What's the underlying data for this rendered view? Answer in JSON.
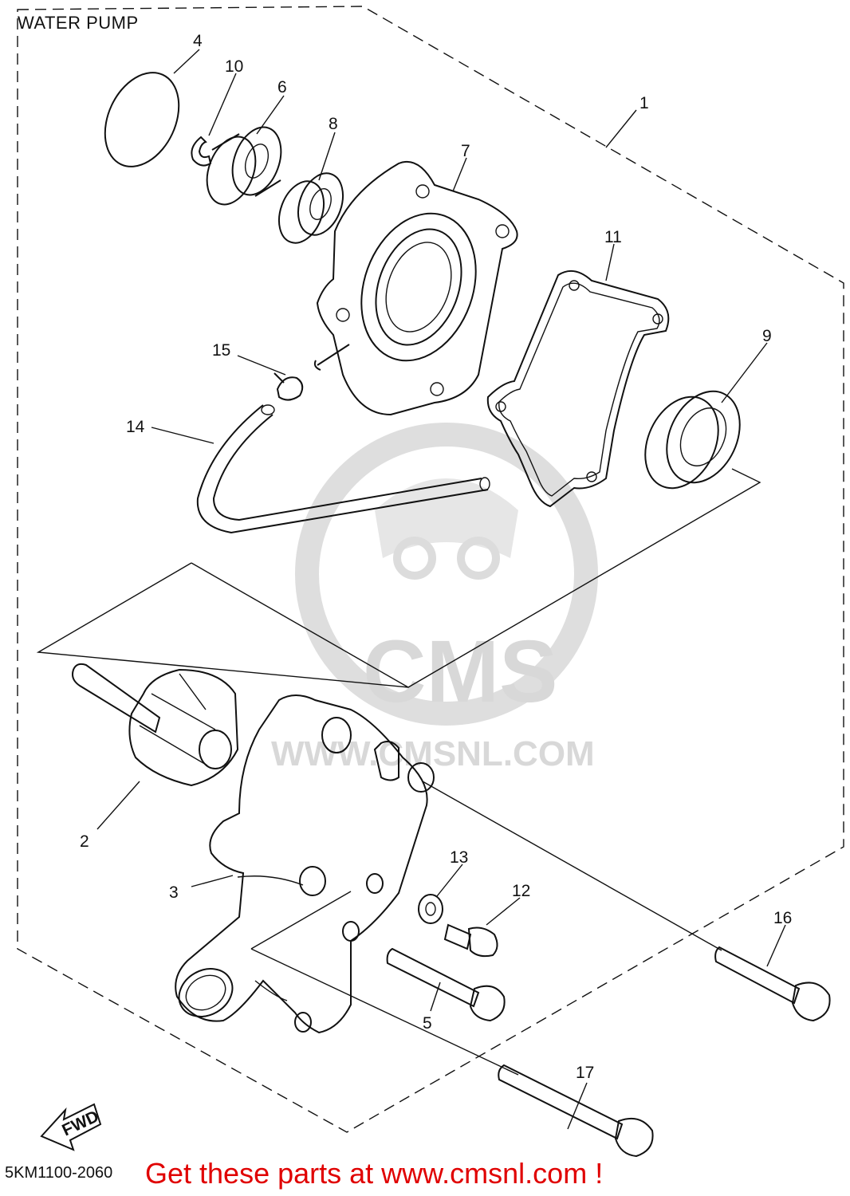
{
  "header": {
    "title": "WATER PUMP"
  },
  "footer": {
    "diagram_code": "5KM1100-2060",
    "promo_text": "Get these parts at www.cmsnl.com !"
  },
  "watermark": {
    "brand": "CMS",
    "url": "WWW.CMSNL.COM"
  },
  "direction_badge": {
    "label": "FWD"
  },
  "callouts": [
    "1",
    "2",
    "3",
    "4",
    "5",
    "6",
    "7",
    "8",
    "9",
    "10",
    "11",
    "12",
    "13",
    "14",
    "15",
    "16",
    "17"
  ],
  "colors": {
    "line": "#111111",
    "promo": "#e00000",
    "watermark": "#d8d8d8"
  }
}
